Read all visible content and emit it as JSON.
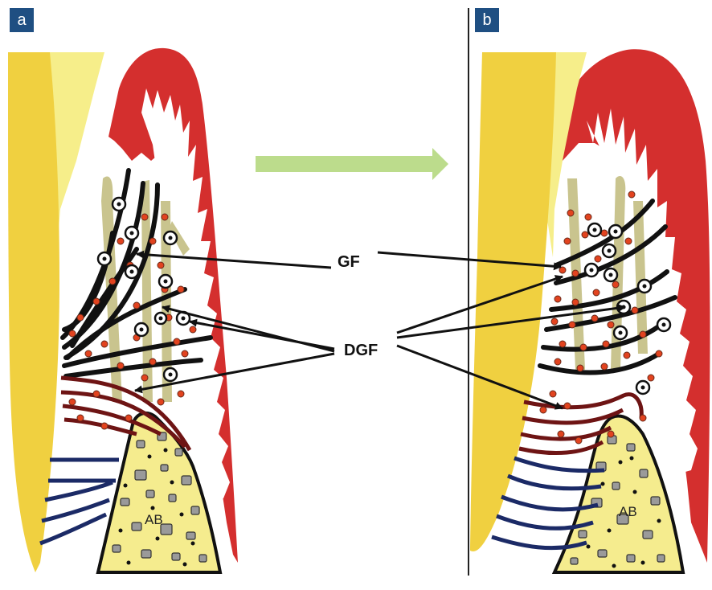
{
  "panels": [
    {
      "id": "a",
      "label": "a"
    },
    {
      "id": "b",
      "label": "b"
    }
  ],
  "labels": {
    "gf": "GF",
    "dgf": "DGF",
    "ab_left": "AB",
    "ab_right": "AB"
  },
  "colors": {
    "tag": "#1f4f82",
    "tooth": "#f0d040",
    "tooth_light": "#f6ee8a",
    "gingiva": "#d42f2e",
    "bone": "#f5ec8e",
    "bone_particle": "#9a9a9a",
    "gingival_fiber": "#111111",
    "degraded_fiber": "#6e1414",
    "pdl_fiber": "#1b2a66",
    "fibroblast_stalk": "#c9c48e",
    "cell_orange": "#e2431f",
    "arrow_progress": "#bcdc8c",
    "divider": "#222222"
  },
  "icons": {
    "transition_arrow": "arrow-right-icon",
    "immune_cell": "ring-dot-icon",
    "collagenase_cell": "orange-dot-icon"
  }
}
